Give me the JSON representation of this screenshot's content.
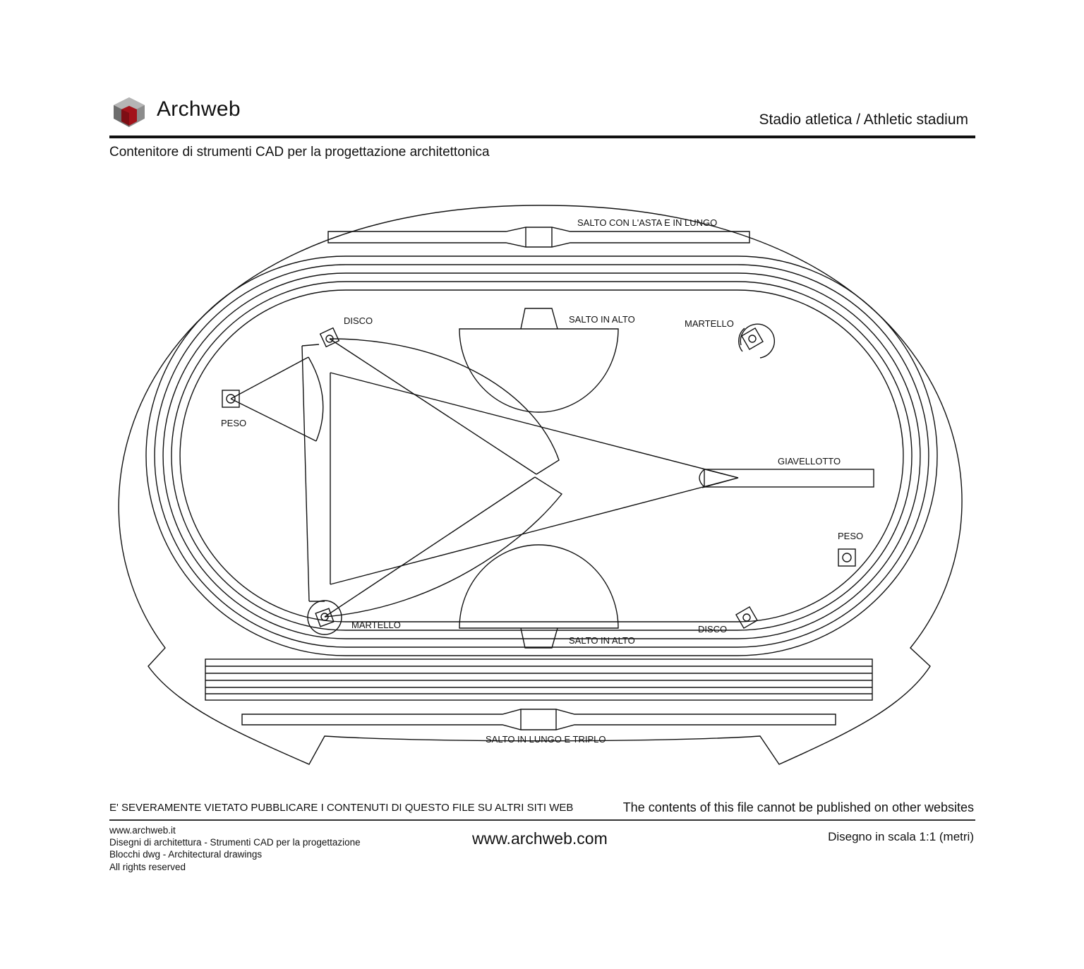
{
  "header": {
    "brand": "Archweb",
    "title": "Stadio atletica  /  Athletic stadium",
    "subtitle": "Contenitore di strumenti CAD per la progettazione architettonica"
  },
  "plan_labels": {
    "pole_long_jump": "SALTO CON L'ASTA E IN LUNGO",
    "high_jump_top": "SALTO IN ALTO",
    "high_jump_bottom": "SALTO IN ALTO",
    "discus_top": "DISCO",
    "discus_bottom": "DISCO",
    "hammer_top": "MARTELLO",
    "hammer_bottom": "MARTELLO",
    "shot_put_left": "PESO",
    "shot_put_right": "PESO",
    "javelin": "GIAVELLOTTO",
    "long_triple_jump": "SALTO IN LUNGO E TRIPLO"
  },
  "footer": {
    "warning_it": "E' SEVERAMENTE VIETATO PUBBLICARE I CONTENUTI DI QUESTO FILE SU ALTRI SITI WEB",
    "warning_en": "The contents of this file cannot be published on other websites",
    "lines": [
      "www.archweb.it",
      "Disegni di architettura - Strumenti CAD  per la progettazione",
      "Blocchi dwg - Architectural drawings",
      "All rights reserved"
    ],
    "website": "www.archweb.com",
    "scale": "Disegno in scala 1:1 (metri)"
  },
  "colors": {
    "line": "#111111",
    "logo_red": "#a3131b",
    "logo_grey_dark": "#6d6d6d",
    "logo_grey_light": "#b5b5b5"
  }
}
